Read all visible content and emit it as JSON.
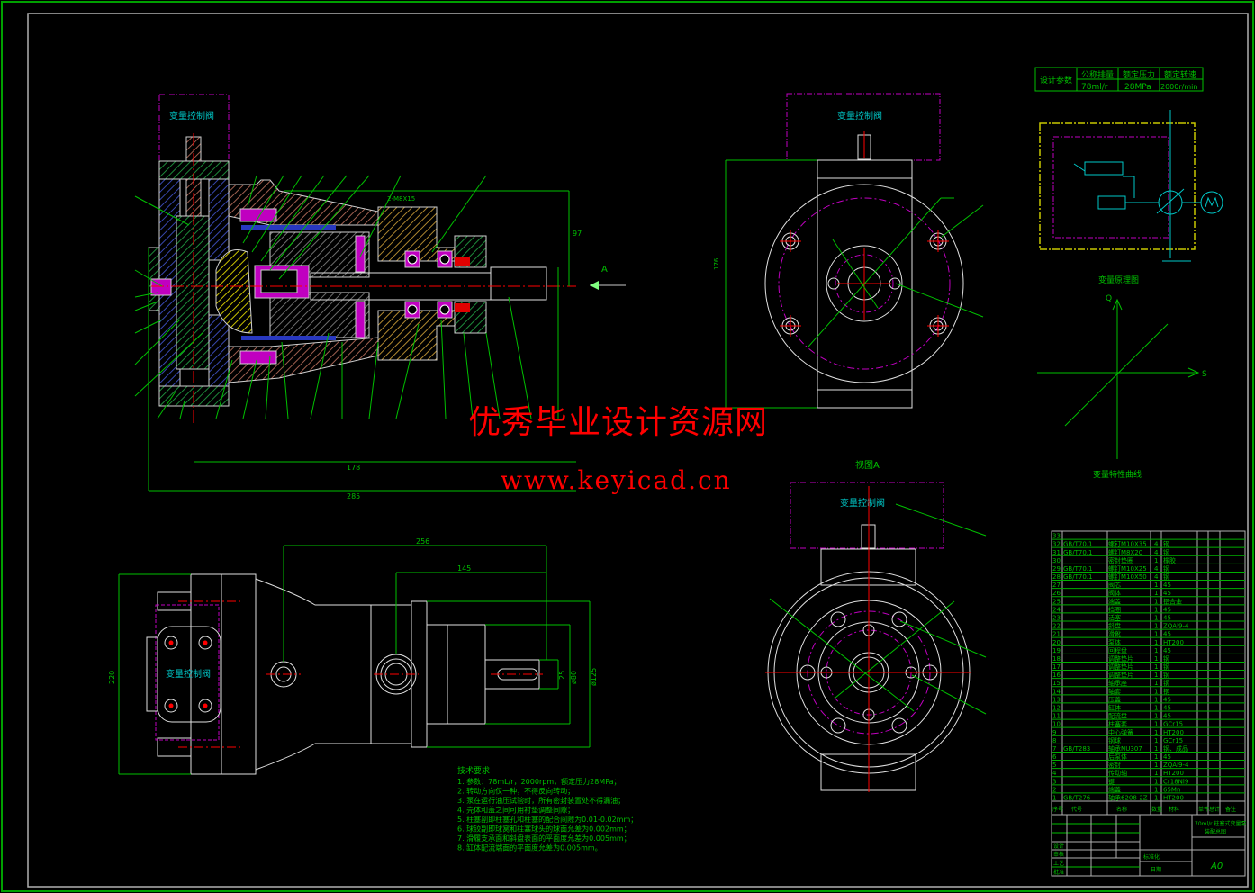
{
  "drawing": {
    "title_block_sheet_size": "A0",
    "title_block_name": "70ml/r 柱塞式变量泵",
    "title_block_sub": "装配总图",
    "title_block_labels": [
      "设计",
      "审核",
      "工艺",
      "标准化",
      "批准",
      "日期"
    ]
  },
  "params_table": {
    "row_header": "设计参数",
    "columns": [
      "公称排量",
      "额定压力",
      "额定转速"
    ],
    "values": [
      "78ml/r",
      "28MPa",
      "2000r/min"
    ]
  },
  "labels": {
    "control_valve": "变量控制阀",
    "view_a": "视图A",
    "arrow_a": "A",
    "schematic_title": "变量原理图",
    "curve_title": "变量特性曲线",
    "axis_q": "Q",
    "axis_s": "S",
    "dim_main_1": "178",
    "dim_main_2": "285",
    "dim_top": "2-M8X15",
    "dim_right": "97",
    "dim_side_left": "176",
    "dim_bottom_top": "256",
    "dim_bottom_mid": "145",
    "dim_bottom_left": "220",
    "dim_bottom_r1": "25",
    "dim_bottom_r2": "ø80",
    "dim_bottom_r3": "ø125"
  },
  "tech_requirements": {
    "title": "技术要求",
    "items": [
      "1. 参数：78mL/r，2000rpm，额定压力28MPa；",
      "2. 转动方向仅一种，不得反向转动；",
      "3. 泵在运行油压试验时，所有密封装置处不得漏油；",
      "4. 壳体和盖之间可用衬垫调整间隙；",
      "5. 柱塞副即柱塞孔和柱塞的配合间隙为0.01-0.02mm；",
      "6. 球铰副即球窝和柱塞球头的球面允差为0.002mm；",
      "7. 滑履支承面和斜盘表面的平面度允差为0.005mm；",
      "8. 缸体配流端面的平面度允差为0.005mm。"
    ]
  },
  "bom": {
    "rows": [
      {
        "no": "33",
        "std": "",
        "name": "",
        "qty": "",
        "mat": ""
      },
      {
        "no": "32",
        "std": "GB/T70.1",
        "name": "螺钉M10X35",
        "qty": "4",
        "mat": "钢"
      },
      {
        "no": "31",
        "std": "GB/T70.1",
        "name": "螺钉M8X20",
        "qty": "4",
        "mat": "钢"
      },
      {
        "no": "30",
        "std": "",
        "name": "密封垫圈",
        "qty": "1",
        "mat": "橡胶"
      },
      {
        "no": "29",
        "std": "GB/T70.1",
        "name": "螺钉M10X25",
        "qty": "4",
        "mat": "钢"
      },
      {
        "no": "28",
        "std": "GB/T70.1",
        "name": "螺钉M10X50",
        "qty": "4",
        "mat": "钢"
      },
      {
        "no": "27",
        "std": "",
        "name": "阀芯",
        "qty": "1",
        "mat": "45"
      },
      {
        "no": "26",
        "std": "",
        "name": "阀体",
        "qty": "1",
        "mat": "45"
      },
      {
        "no": "25",
        "std": "",
        "name": "端盖",
        "qty": "1",
        "mat": "铝合金"
      },
      {
        "no": "24",
        "std": "",
        "name": "挡圈",
        "qty": "1",
        "mat": "45"
      },
      {
        "no": "23",
        "std": "",
        "name": "活塞",
        "qty": "1",
        "mat": "45"
      },
      {
        "no": "22",
        "std": "",
        "name": "斜盘",
        "qty": "1",
        "mat": "ZQAl9-4"
      },
      {
        "no": "21",
        "std": "",
        "name": "滑靴",
        "qty": "1",
        "mat": "45"
      },
      {
        "no": "20",
        "std": "",
        "name": "泵体",
        "qty": "1",
        "mat": "HT200"
      },
      {
        "no": "19",
        "std": "",
        "name": "回程盘",
        "qty": "1",
        "mat": "45"
      },
      {
        "no": "18",
        "std": "",
        "name": "调整垫片",
        "qty": "1",
        "mat": "钢"
      },
      {
        "no": "17",
        "std": "",
        "name": "调整垫片",
        "qty": "1",
        "mat": "钢"
      },
      {
        "no": "16",
        "std": "",
        "name": "调整垫片",
        "qty": "1",
        "mat": "钢"
      },
      {
        "no": "15",
        "std": "",
        "name": "轴承座",
        "qty": "1",
        "mat": "钢"
      },
      {
        "no": "14",
        "std": "",
        "name": "轴套",
        "qty": "1",
        "mat": "钢"
      },
      {
        "no": "13",
        "std": "",
        "name": "压盖",
        "qty": "1",
        "mat": "45"
      },
      {
        "no": "12",
        "std": "",
        "name": "缸体",
        "qty": "1",
        "mat": "45"
      },
      {
        "no": "11",
        "std": "",
        "name": "配流盘",
        "qty": "1",
        "mat": "45"
      },
      {
        "no": "10",
        "std": "",
        "name": "柱塞套",
        "qty": "1",
        "mat": "GCr15"
      },
      {
        "no": "9",
        "std": "",
        "name": "中心弹簧",
        "qty": "1",
        "mat": "HT200"
      },
      {
        "no": "8",
        "std": "",
        "name": "钢球",
        "qty": "1",
        "mat": "GCr15"
      },
      {
        "no": "7",
        "std": "GB/T283",
        "name": "轴承NU307",
        "qty": "1",
        "mat": "钢、成品"
      },
      {
        "no": "6",
        "std": "",
        "name": "后泵体",
        "qty": "1",
        "mat": "45"
      },
      {
        "no": "5",
        "std": "",
        "name": "密封",
        "qty": "1",
        "mat": "ZQAl9-4"
      },
      {
        "no": "4",
        "std": "",
        "name": "传动轴",
        "qty": "1",
        "mat": "HT200"
      },
      {
        "no": "3",
        "std": "",
        "name": "键",
        "qty": "1",
        "mat": "Cr18Ni9"
      },
      {
        "no": "2",
        "std": "",
        "name": "端盖",
        "qty": "1",
        "mat": "65Mn"
      },
      {
        "no": "1",
        "std": "GB/T276",
        "name": "轴承6208-2Z",
        "qty": "1",
        "mat": "HT200"
      }
    ],
    "header": [
      "序号",
      "代号",
      "名称",
      "数量",
      "材料",
      "单件",
      "总计",
      "备注"
    ]
  },
  "watermark": {
    "line1": "优秀毕业设计资源网",
    "line2": "www.keyicad.cn"
  },
  "colors": {
    "border_outer": "#00a000",
    "frame": "#c8c8c8",
    "dim": "#00c000",
    "outline": "#e0e0e0",
    "center": "#ff0000",
    "magenta": "#c000c0",
    "cyan": "#00c8c8",
    "yellow": "#c8c800",
    "watermark": "#ff0000"
  }
}
